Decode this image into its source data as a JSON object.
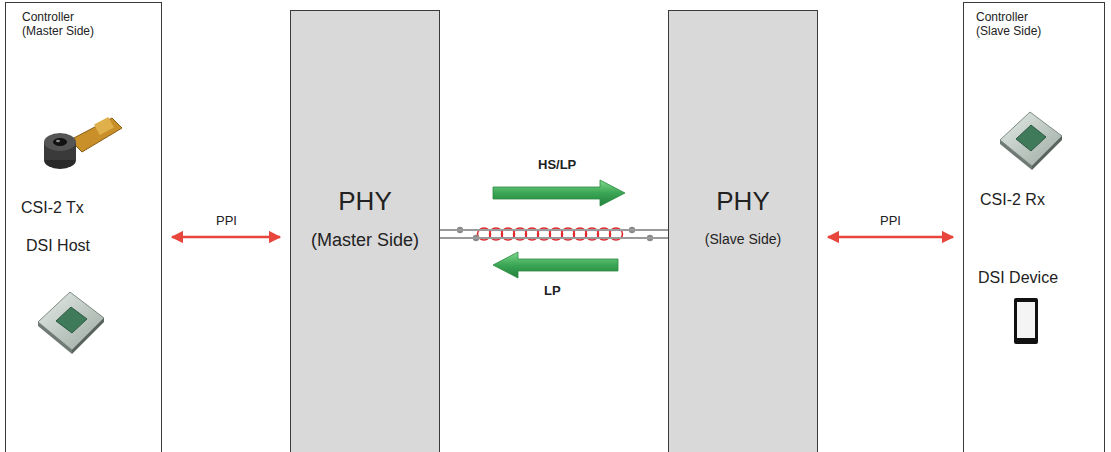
{
  "diagram": {
    "nodes": [
      {
        "text": [
          "Controller (Master Side)",
          "CSI-2 Tx",
          "DSI Host"
        ]
      },
      {
        "text": [
          "PHY",
          "(Master Side)"
        ]
      },
      {
        "text": [
          "PHY",
          "(Slave Side)"
        ]
      },
      {
        "text": [
          "Controller (Slave Side)",
          "CSI-2 Rx",
          "DSI Device"
        ]
      }
    ],
    "edges": [
      {
        "from": 0,
        "to": 1,
        "arrow": "both",
        "label": "PPI"
      },
      {
        "from": 1,
        "to": 2,
        "arrow": "none"
      },
      {
        "from": 2,
        "to": 3,
        "arrow": "both",
        "label": "PPI"
      }
    ],
    "labels": [
      "HS/LP",
      "LP"
    ]
  }
}
